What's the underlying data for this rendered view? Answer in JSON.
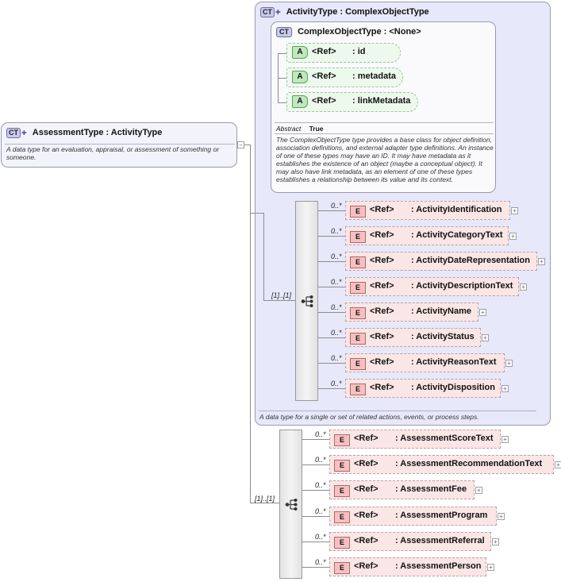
{
  "activity_type": {
    "badge": "CT",
    "title": "ActivityType : ComplexObjectType",
    "description": "A data type for a single or set of related actions, events, or process steps."
  },
  "complex_object_type": {
    "badge": "CT",
    "title": "ComplexObjectType : <None>",
    "abstract_label": "Abstract",
    "abstract_value": "True",
    "description": "The ComplexObjectType type provides a base class for object definition, association definitions, and external adapter type definitions. An instance of one of these types may have an ID. It may have metadata as it establishes the existence of an object (maybe a conceptual object). It may also have link metadata, as an element of one of these types establishes a relationship between its value and its context.",
    "attributes": [
      {
        "tag": "A",
        "ref": "<Ref>",
        "name": ": id"
      },
      {
        "tag": "A",
        "ref": "<Ref>",
        "name": ": metadata"
      },
      {
        "tag": "A",
        "ref": "<Ref>",
        "name": ": linkMetadata"
      }
    ]
  },
  "assessment_type": {
    "badge": "CT",
    "title": "AssessmentType : ActivityType",
    "description": "A data type for an evaluation, appraisal, or assessment of something or someone."
  },
  "activity_sequence": {
    "multiplicity": "[1]..[1]",
    "elements": [
      {
        "tag": "E",
        "mult": "0..*",
        "ref": "<Ref>",
        "name": ": ActivityIdentification"
      },
      {
        "tag": "E",
        "mult": "0..*",
        "ref": "<Ref>",
        "name": ": ActivityCategoryText"
      },
      {
        "tag": "E",
        "mult": "0..*",
        "ref": "<Ref>",
        "name": ": ActivityDateRepresentation"
      },
      {
        "tag": "E",
        "mult": "0..*",
        "ref": "<Ref>",
        "name": ": ActivityDescriptionText"
      },
      {
        "tag": "E",
        "mult": "0..*",
        "ref": "<Ref>",
        "name": ": ActivityName"
      },
      {
        "tag": "E",
        "mult": "0..*",
        "ref": "<Ref>",
        "name": ": ActivityStatus"
      },
      {
        "tag": "E",
        "mult": "0..*",
        "ref": "<Ref>",
        "name": ": ActivityReasonText"
      },
      {
        "tag": "E",
        "mult": "0..*",
        "ref": "<Ref>",
        "name": ": ActivityDisposition"
      }
    ]
  },
  "assessment_sequence": {
    "multiplicity": "[1]..[1]",
    "elements": [
      {
        "tag": "E",
        "mult": "0..*",
        "ref": "<Ref>",
        "name": ": AssessmentScoreText"
      },
      {
        "tag": "E",
        "mult": "0..*",
        "ref": "<Ref>",
        "name": ": AssessmentRecommendationText"
      },
      {
        "tag": "E",
        "mult": "0..*",
        "ref": "<Ref>",
        "name": ": AssessmentFee"
      },
      {
        "tag": "E",
        "mult": "0..*",
        "ref": "<Ref>",
        "name": ": AssessmentProgram"
      },
      {
        "tag": "E",
        "mult": "0..*",
        "ref": "<Ref>",
        "name": ": AssessmentReferral"
      },
      {
        "tag": "E",
        "mult": "0..*",
        "ref": "<Ref>",
        "name": ": AssessmentPerson"
      }
    ]
  },
  "icons": {
    "sequence": "sequence-compositor-icon",
    "expand": "expand-plus-icon"
  },
  "colors": {
    "ct_fill": "#e8e8fb",
    "attribute_fill": "#eef9ee",
    "element_fill": "#fbe6e6"
  }
}
